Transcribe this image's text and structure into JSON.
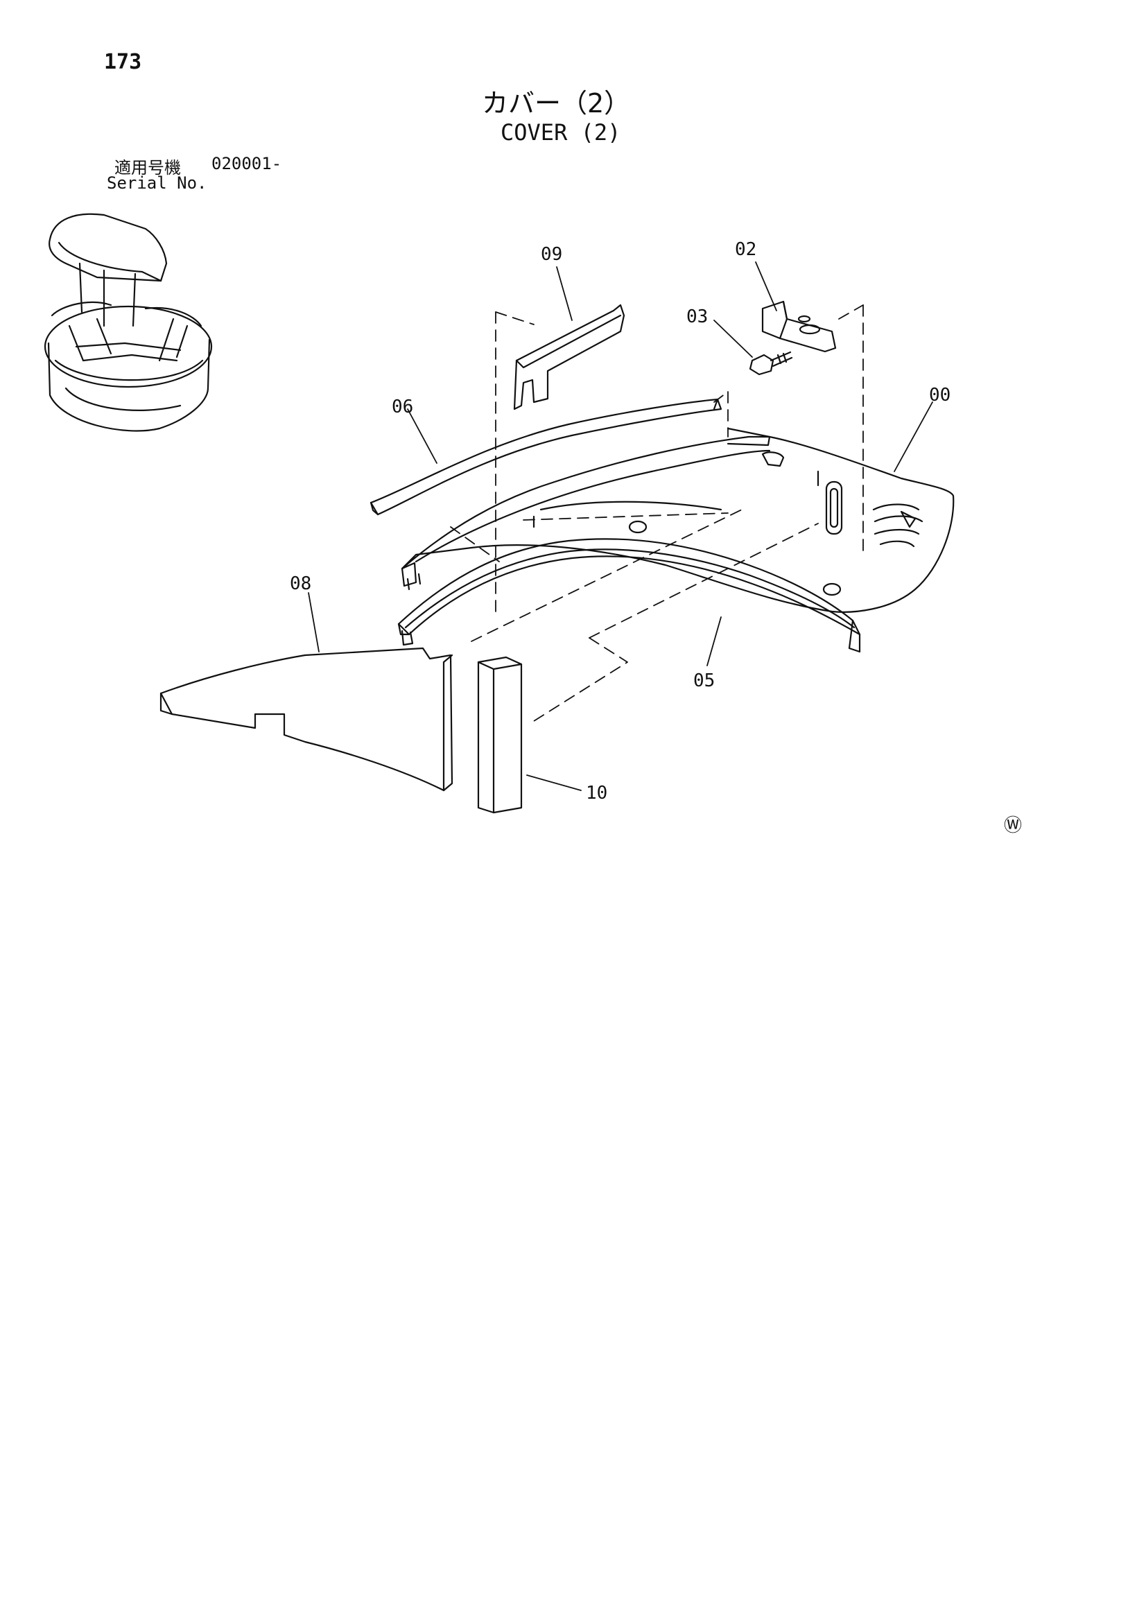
{
  "header": {
    "page_number": "173",
    "title_jp": "カバー（2）",
    "title_en": "COVER (2)",
    "serial_label_jp": "適用号機",
    "serial_value": "020001-",
    "serial_label_en": "Serial No."
  },
  "callouts": [
    {
      "id": "c09",
      "label": "09"
    },
    {
      "id": "c02",
      "label": "02"
    },
    {
      "id": "c03",
      "label": "03"
    },
    {
      "id": "c06",
      "label": "06"
    },
    {
      "id": "c00",
      "label": "00"
    },
    {
      "id": "c08",
      "label": "08"
    },
    {
      "id": "c05",
      "label": "05"
    },
    {
      "id": "c10",
      "label": "10"
    }
  ],
  "footer": {
    "mark": "Ⓦ"
  },
  "colors": {
    "line": "#111111",
    "background": "#ffffff"
  }
}
